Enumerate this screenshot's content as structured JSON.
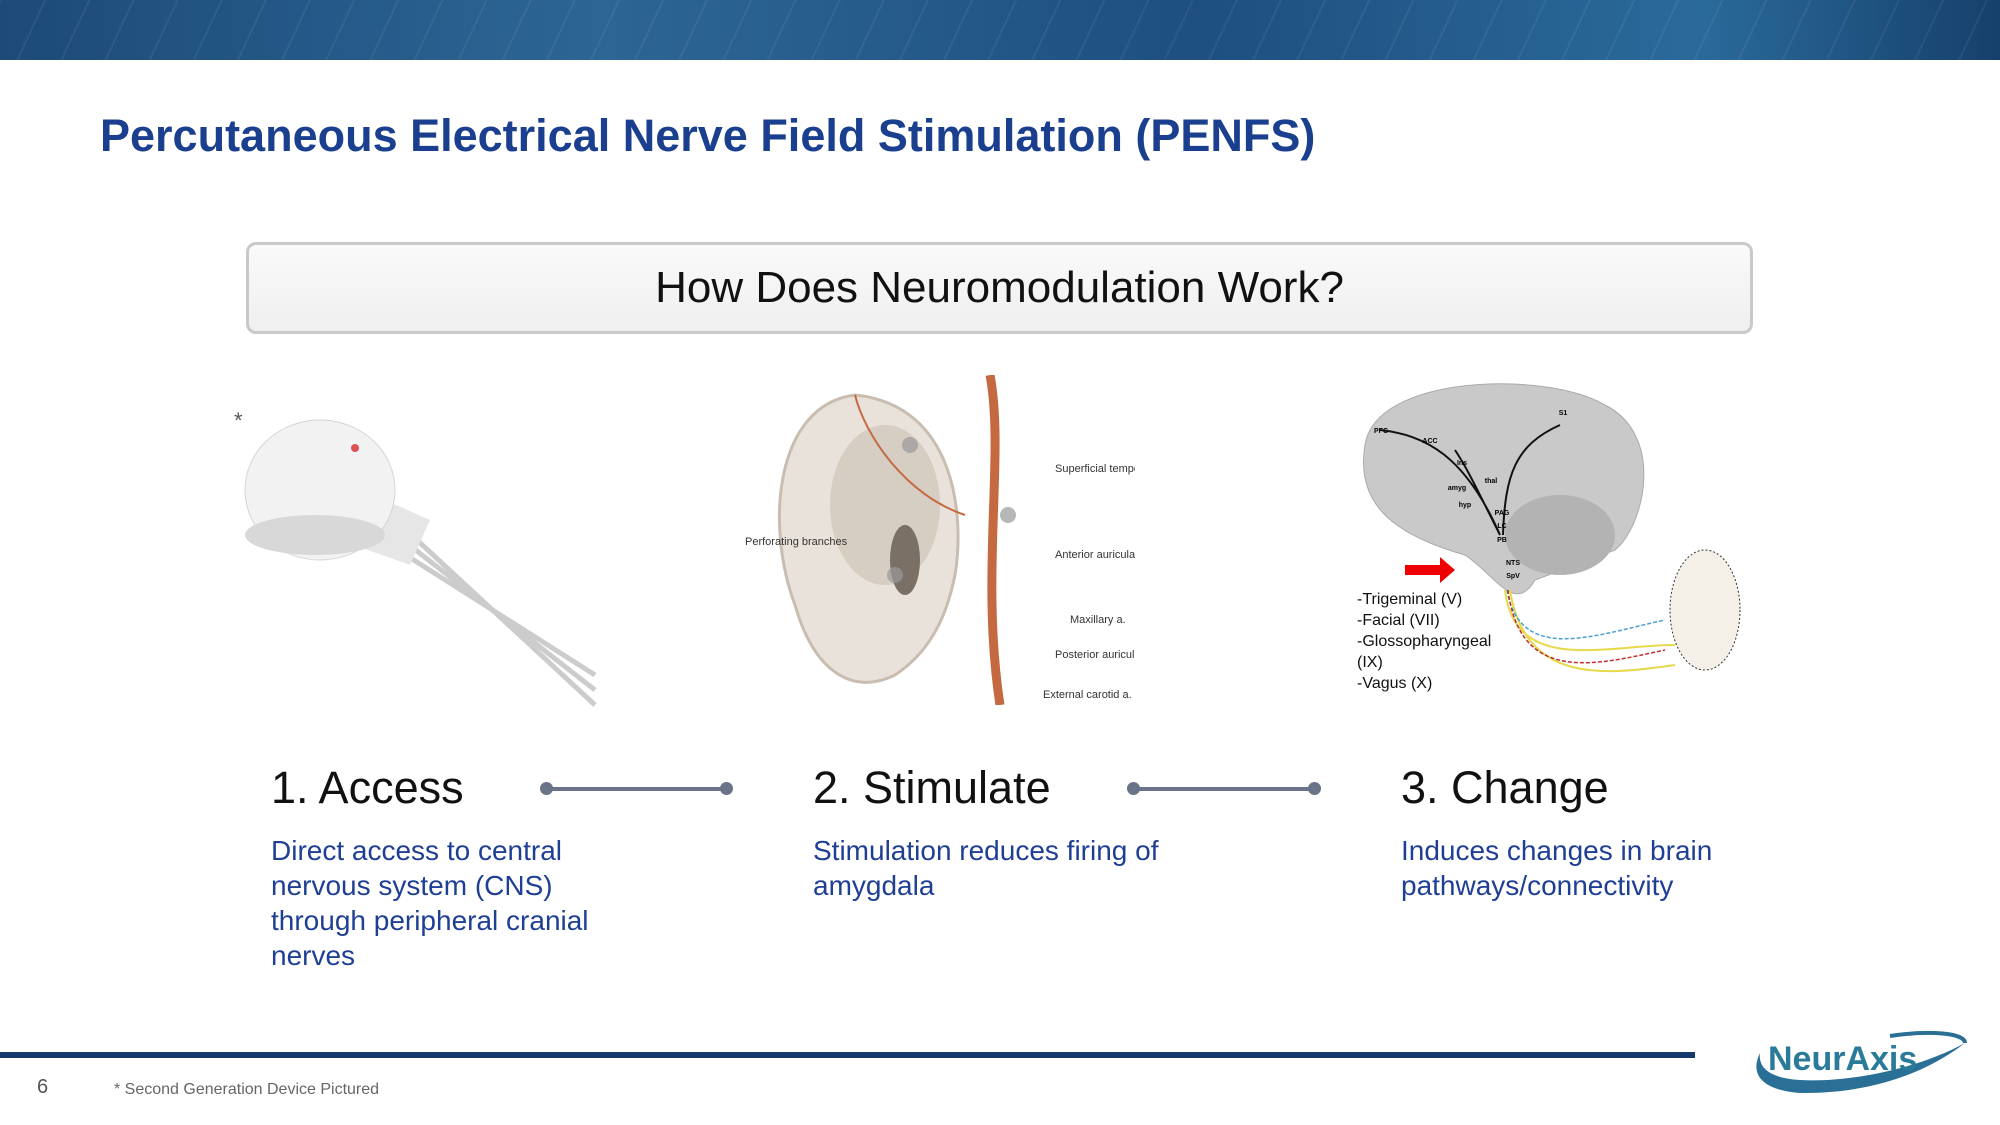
{
  "title": "Percutaneous Electrical Nerve Field Stimulation (PENFS)",
  "question": "How Does Neuromodulation Work?",
  "device": {
    "asterisk": "*"
  },
  "ear_labels": {
    "superficial": "Superficial temporal a.",
    "perforating": "Perforating branches",
    "anterior": "Anterior auricular aa.",
    "maxillary": "Maxillary a.",
    "posterior": "Posterior auricular a.",
    "external": "External carotid a."
  },
  "brain": {
    "nodes": [
      "PFC",
      "ACC",
      "Ins",
      "thal",
      "amyg",
      "hyp",
      "PAG",
      "LC",
      "PB",
      "NTS",
      "SpV",
      "S1"
    ],
    "nerves": [
      "-Trigeminal (V)",
      "-Facial (VII)",
      "-Glossopharyngeal",
      "(IX)",
      "-Vagus (X)"
    ]
  },
  "steps": [
    {
      "heading": "1. Access",
      "desc": "Direct access to central nervous system (CNS) through peripheral cranial nerves"
    },
    {
      "heading": "2. Stimulate",
      "desc": "Stimulation reduces firing of amygdala"
    },
    {
      "heading": "3. Change",
      "desc": "Induces changes in brain pathways/connectivity"
    }
  ],
  "footer": {
    "page": "6",
    "note": "* Second Generation Device Pictured",
    "logo": "NeurAxis"
  },
  "colors": {
    "title": "#1b3f8f",
    "rule": "#173a6e",
    "accent": "#2a7a9a"
  }
}
